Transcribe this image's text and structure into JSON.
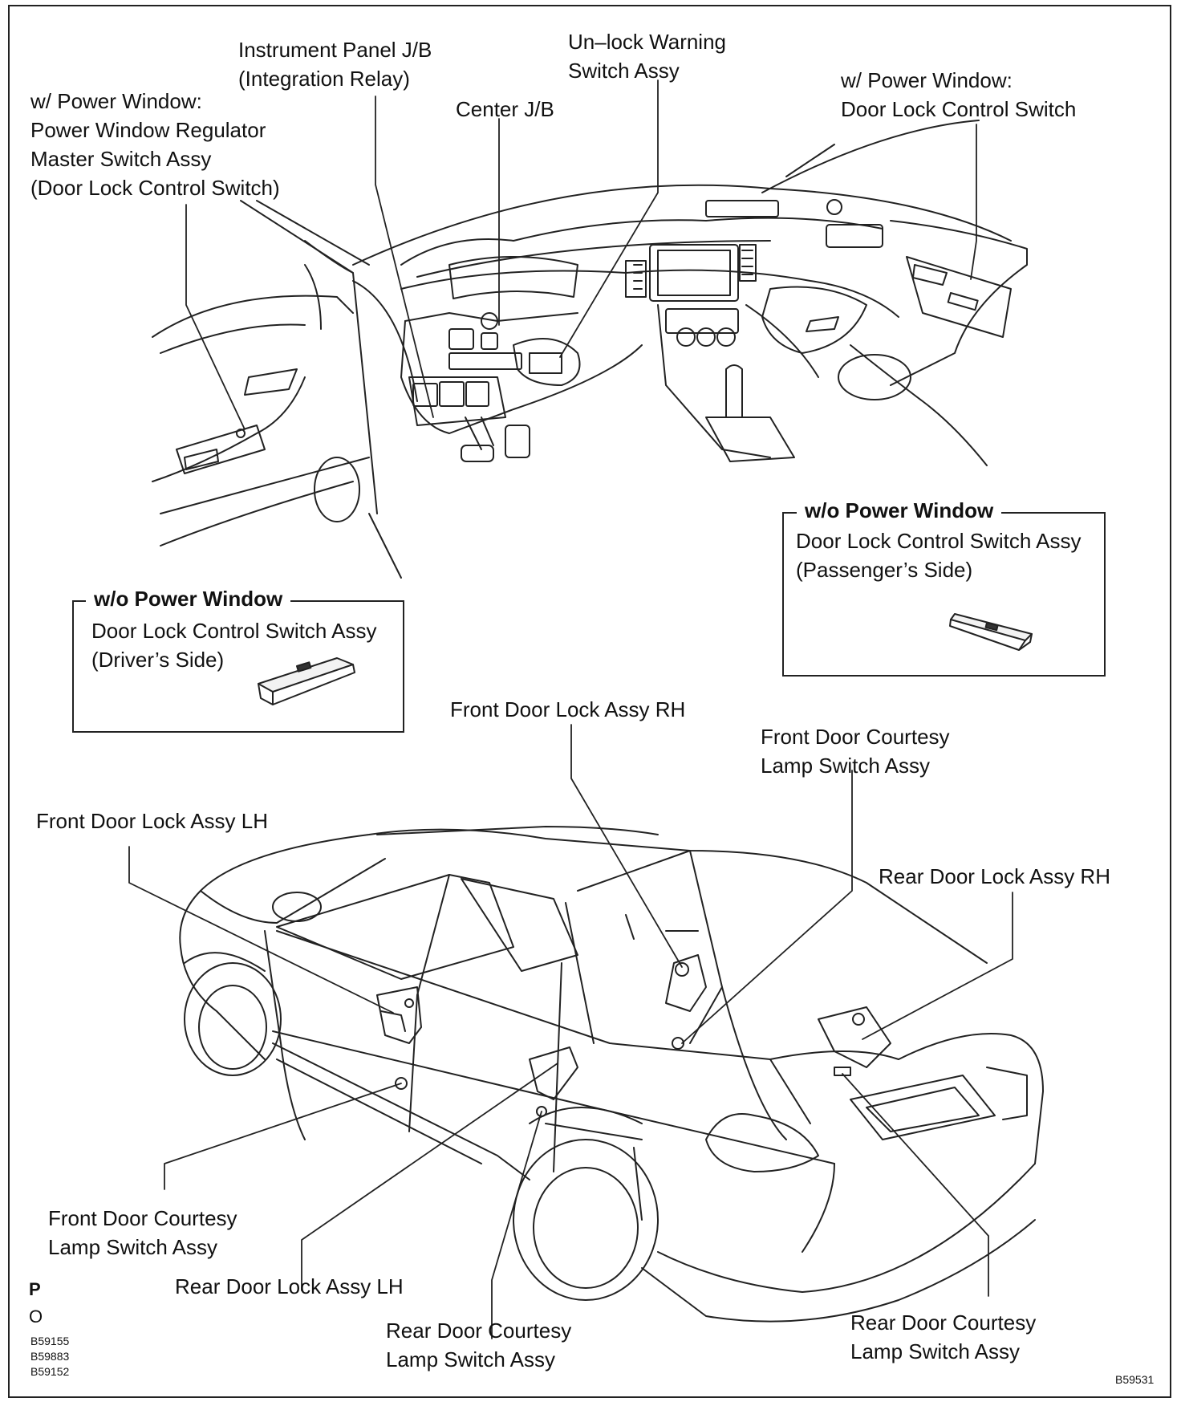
{
  "labels": {
    "pw_master": [
      "w/ Power Window:",
      "Power Window Regulator",
      "Master Switch Assy",
      "(Door Lock Control Switch)"
    ],
    "instrument_jb": [
      "Instrument Panel J/B",
      "(Integration Relay)"
    ],
    "center_jb": [
      "Center J/B"
    ],
    "unlock_warning": [
      "Un–lock Warning",
      "Switch Assy"
    ],
    "pw_door_lock": [
      "w/ Power Window:",
      "Door Lock Control Switch"
    ],
    "front_lock_rh": [
      "Front Door Lock Assy RH"
    ],
    "front_courtesy_rh": [
      "Front Door Courtesy",
      "Lamp Switch Assy"
    ],
    "front_lock_lh": [
      "Front Door Lock Assy LH"
    ],
    "rear_lock_rh": [
      "Rear Door Lock Assy RH"
    ],
    "front_courtesy_lh": [
      "Front Door Courtesy",
      "Lamp Switch Assy"
    ],
    "rear_lock_lh": [
      "Rear Door Lock Assy LH"
    ],
    "rear_courtesy_center": [
      "Rear Door Courtesy",
      "Lamp Switch Assy"
    ],
    "rear_courtesy_right": [
      "Rear Door Courtesy",
      "Lamp Switch Assy"
    ]
  },
  "insets": {
    "driver": {
      "title": "w/o Power Window",
      "lines": [
        "Door Lock Control Switch Assy",
        "(Driver’s Side)"
      ]
    },
    "passenger": {
      "title": "w/o Power Window",
      "lines": [
        "Door Lock Control Switch Assy",
        "(Passenger’s Side)"
      ]
    }
  },
  "corner": {
    "p": "P",
    "o": "O",
    "codes": [
      "B59155",
      "B59883",
      "B59152"
    ],
    "figure_code": "B59531"
  }
}
